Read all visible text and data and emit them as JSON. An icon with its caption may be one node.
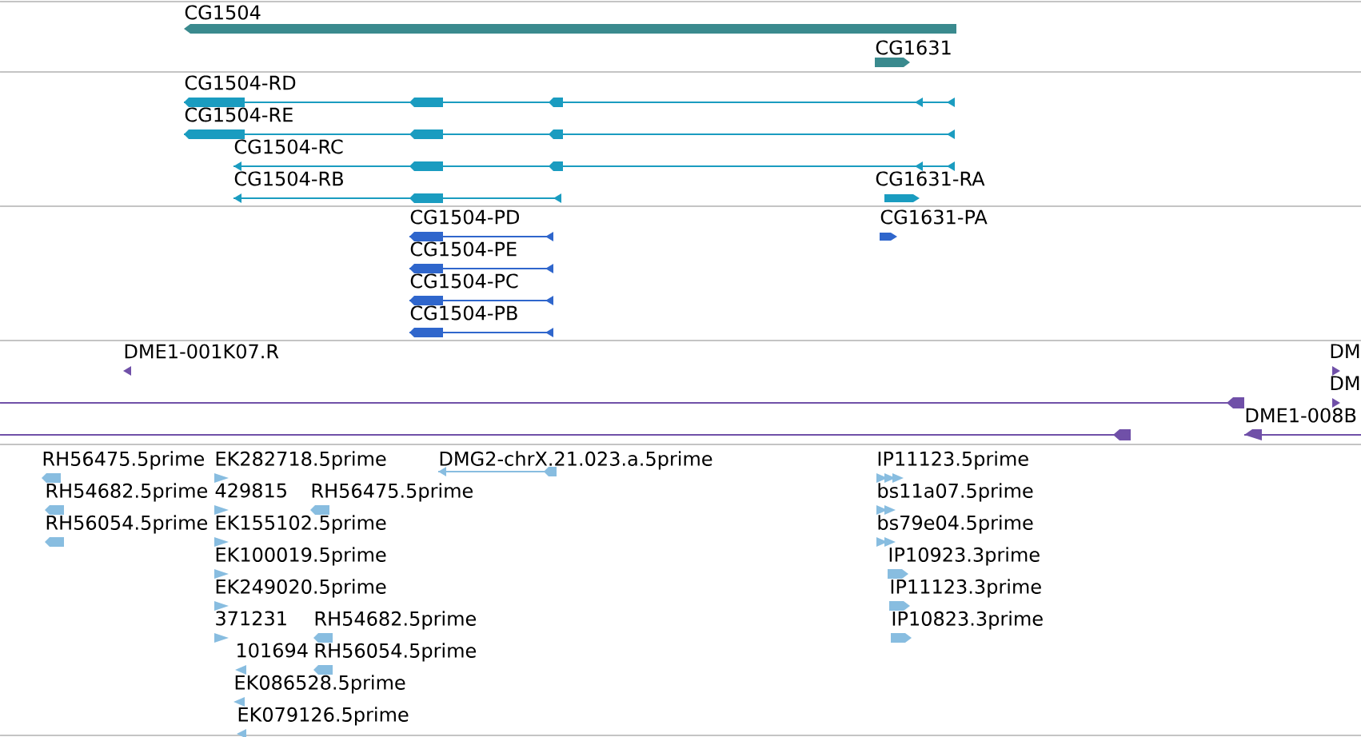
{
  "diagram": {
    "labels": [
      "CG1504",
      "CG1631",
      "CG1504-RD",
      "CG1504-RE",
      "CG1504-RC",
      "CG1504-RB",
      "CG1631-RA",
      "CG1504-PD",
      "CG1631-PA",
      "CG1504-PE",
      "CG1504-PC",
      "CG1504-PB",
      "DME1-001K07.R",
      "DM",
      "DM",
      "DME1-008B",
      "RH56475.5prime",
      "EK282718.5prime",
      "DMG2-chrX.21.023.a.5prime",
      "IP11123.5prime",
      "RH54682.5prime",
      "429815",
      "RH56475.5prime",
      "bs11a07.5prime",
      "RH56054.5prime",
      "EK155102.5prime",
      "bs79e04.5prime",
      "EK100019.5prime",
      "IP10923.3prime",
      "EK249020.5prime",
      "IP11123.3prime",
      "371231",
      "RH54682.5prime",
      "IP10823.3prime",
      "101694",
      "RH56054.5prime",
      "EK086528.5prime",
      "EK079126.5prime"
    ]
  }
}
